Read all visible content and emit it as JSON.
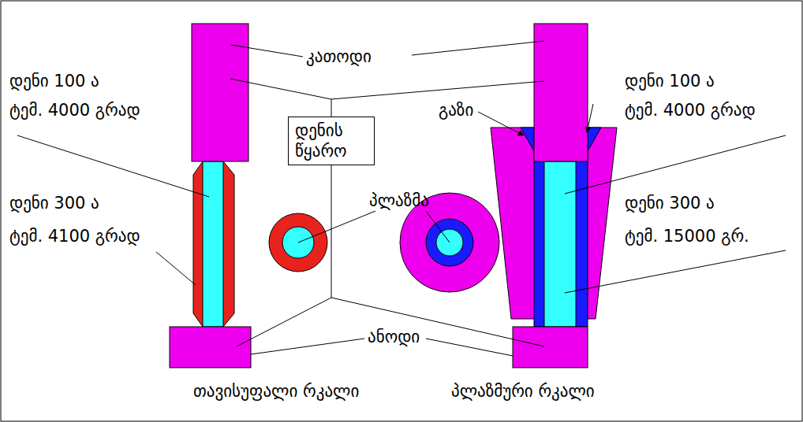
{
  "diagram": {
    "nodes": [
      {
        "text": [
          "დენის წყარო"
        ]
      }
    ],
    "labels": [
      "კათოდი",
      "დენი 100 ა",
      "ტემ. 4000 გრად",
      "დენი 100 ა",
      "ტემ. 4000 გრად",
      "გაზი",
      "დენი 300 ა",
      "ტემ. 4100 გრად",
      "პლაზმა",
      "დენი 300 ა",
      "ტემ. 15000 გრ.",
      "ანოდი",
      "თავისუფალი რკალი",
      "პლაზმური რკალი"
    ]
  }
}
